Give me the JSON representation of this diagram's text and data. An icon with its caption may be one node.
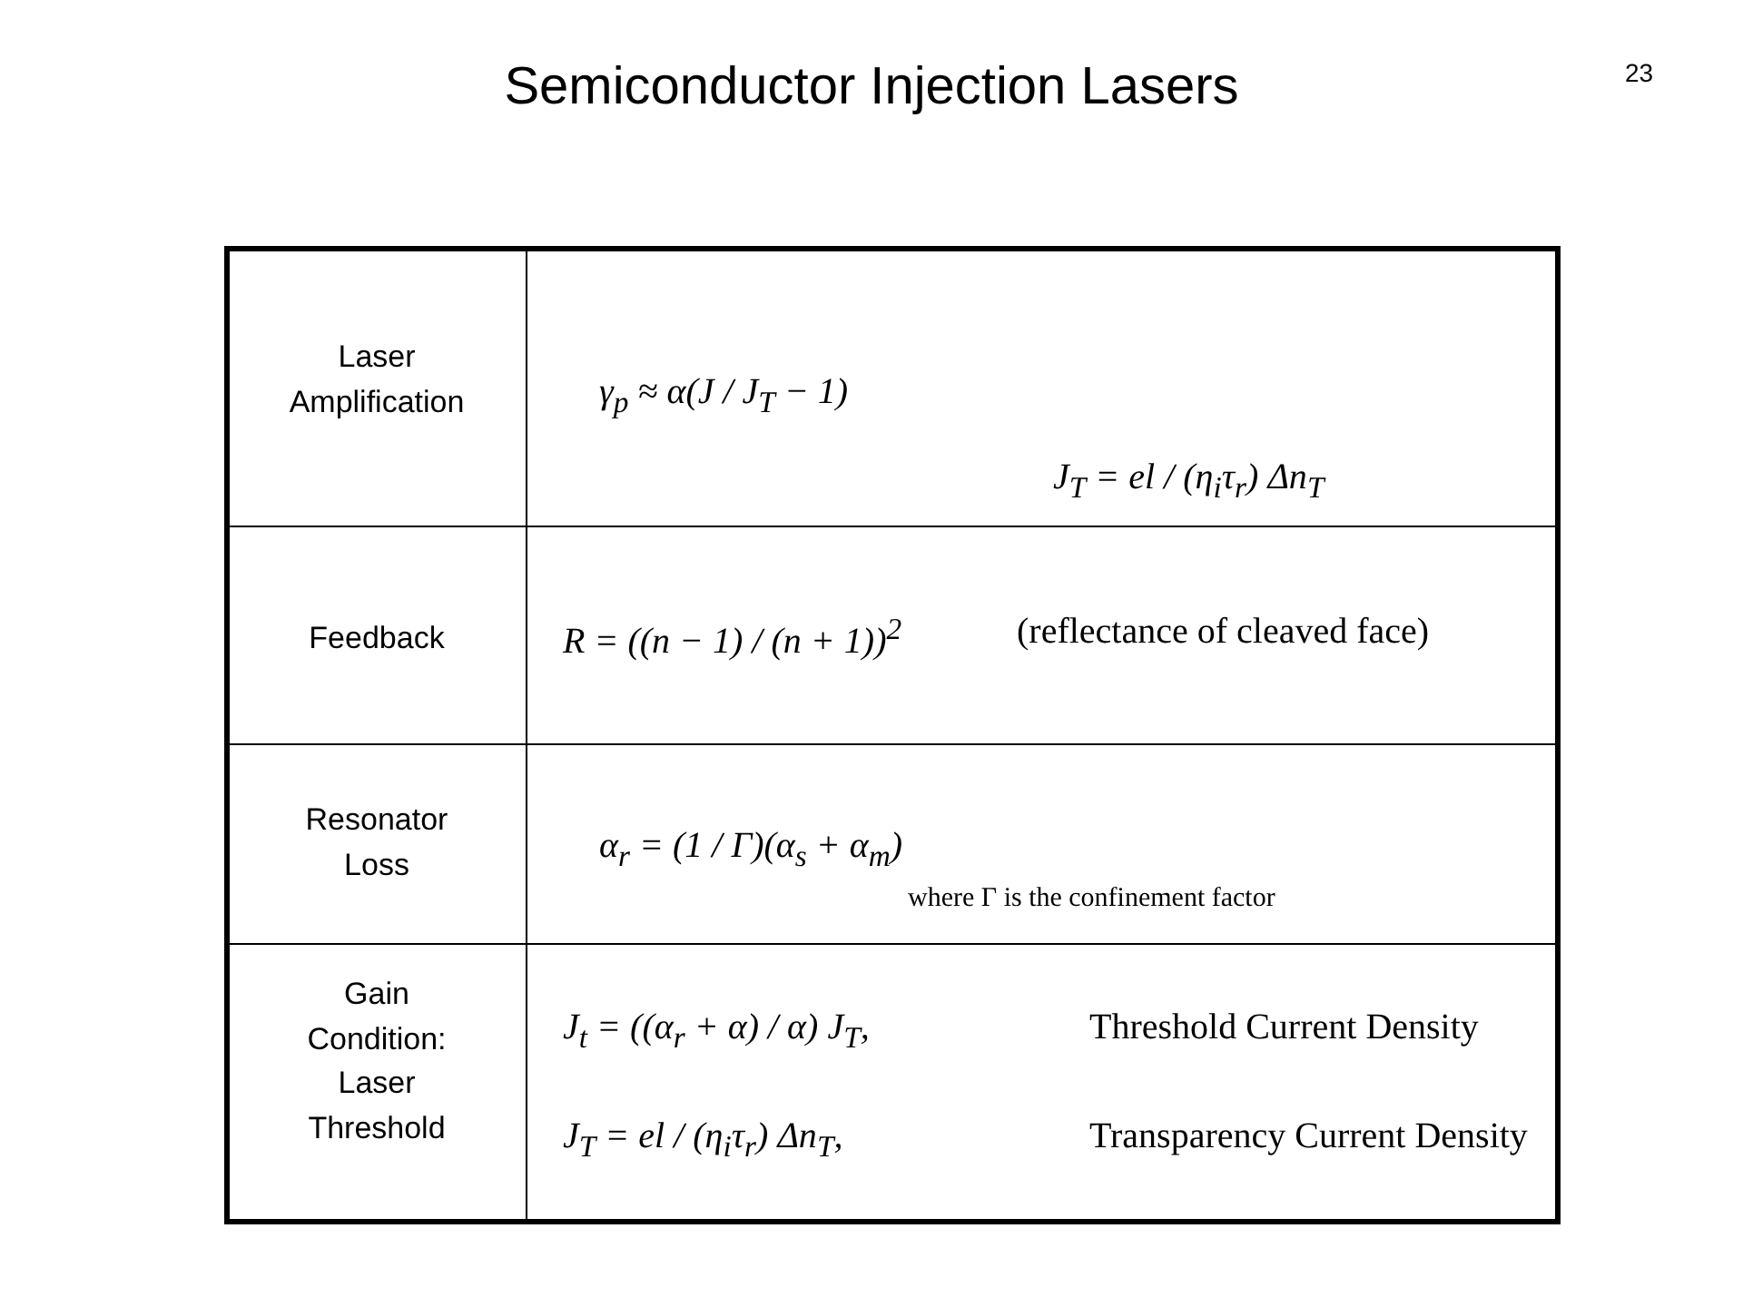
{
  "diagram": {
    "title": "Semiconductor Injection Lasers",
    "labels": [
      "23",
      "Laser Amplification",
      "γ$_{p}$ ≈ α(J / J$_{T}$ − 1)",
      "J$_{T}$ = el / (η$_{i}$τ$_{r}$) Δn$_{T}$",
      "Feedback",
      "R = ((n − 1) / (n + 1))$^{2}$",
      "(reflectance of cleaved face)",
      "Resonator Loss",
      "α$_{r}$ = (1 / Γ)(α$_{s}$ + α$_{m}$)",
      "where Γ is the confinement factor",
      "Gain Condition: Laser Threshold",
      "J$_{t}$ = ((α$_{r}$ + α) / α) J$_{T}$,",
      "Threshold Current Density",
      "J$_{T}$ = el / (η$_{i}$τ$_{r}$) Δn$_{T}$,",
      "Transparency Current Density"
    ]
  }
}
